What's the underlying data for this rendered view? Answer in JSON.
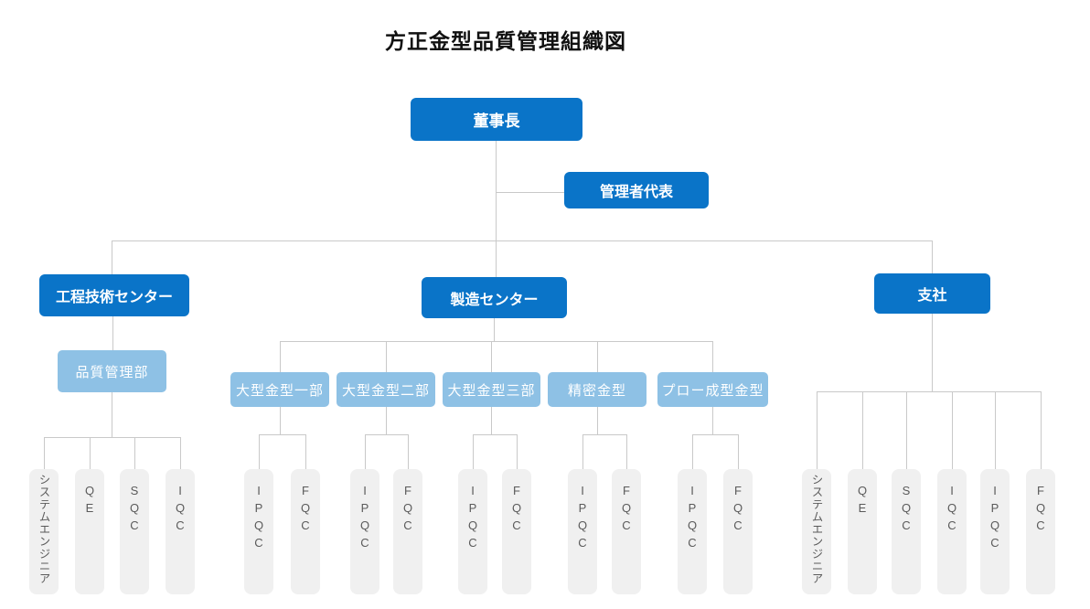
{
  "title": "方正金型品質管理組織図",
  "colors": {
    "primary_blue": "#0a74c8",
    "secondary_blue": "#8ec1e5",
    "leaf_background": "#f0f0f0",
    "leaf_text": "#5a5a5a",
    "connector_line": "#c9c9c9"
  },
  "nodes": {
    "chairman": "董事長",
    "representative": "管理者代表",
    "engineering_center": "工程技術センター",
    "manufacturing_center": "製造センター",
    "branch_office": "支社",
    "quality_dept": "品質管理部",
    "mfg_depts": [
      "大型金型一部",
      "大型金型二部",
      "大型金型三部",
      "精密金型",
      "プロー成型金型"
    ],
    "eng_leaves": [
      "システムエンジニア",
      "QE",
      "SQC",
      "IQC"
    ],
    "mfg_leaves": [
      "IPQC",
      "FQC"
    ],
    "branch_leaves": [
      "システムエンジニア",
      "QE",
      "SQC",
      "IQC",
      "IPQC",
      "FQC"
    ]
  }
}
